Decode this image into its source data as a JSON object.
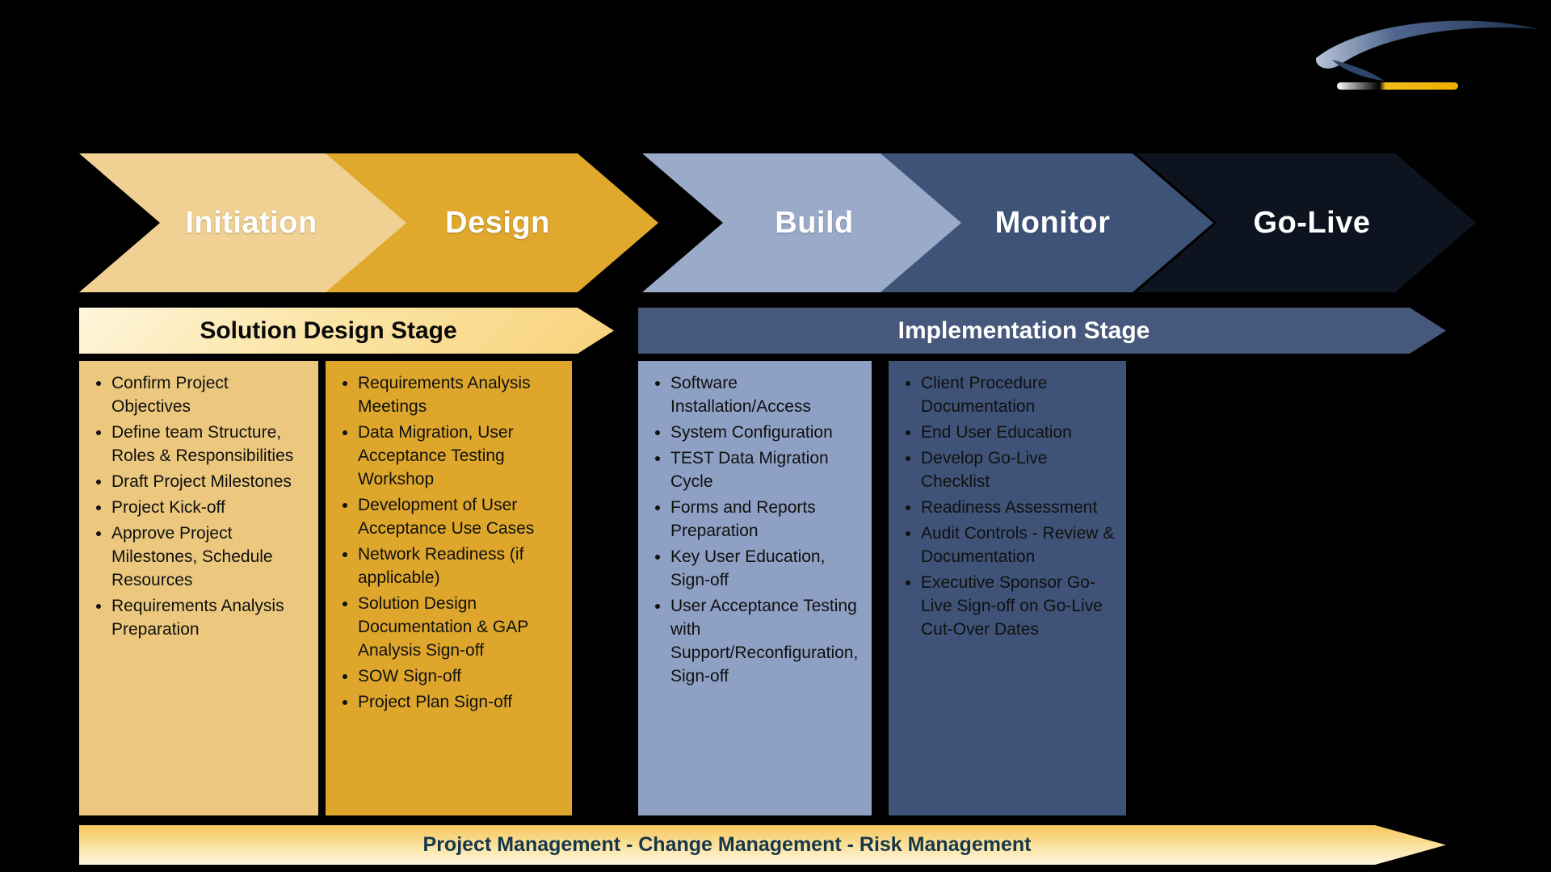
{
  "logo": {
    "name": "company-swoosh-logo",
    "swoosh_color_light": "#B9C4D9",
    "swoosh_color_dark": "#1E3050",
    "underline_start": "#FFFFFF",
    "underline_end": "#F0B429"
  },
  "phases": [
    {
      "label": "Initiation",
      "color": "#F0D193",
      "text_color": "#FFFFFF"
    },
    {
      "label": "Design",
      "color": "#E0A82D",
      "text_color": "#FFFFFF"
    },
    {
      "label": "Build",
      "color": "#9AAAC9",
      "text_color": "#FFFFFF"
    },
    {
      "label": "Monitor",
      "color": "#3D5378",
      "text_color": "#FFFFFF"
    },
    {
      "label": "Go-Live",
      "color": "#0D1420",
      "text_color": "#FFFFFF"
    }
  ],
  "stages": [
    {
      "label": "Solution Design Stage",
      "color_start": "#FEF6DC",
      "color_end": "#F8D27C",
      "text_color": "#0A0A0A"
    },
    {
      "label": "Implementation Stage",
      "color": "#46587B",
      "text_color": "#FFFFFF"
    }
  ],
  "columns": [
    {
      "phase": "Initiation",
      "bg": "#EBC87E",
      "items": [
        "Confirm Project Objectives",
        "Define team Structure, Roles & Responsibilities",
        "Draft Project Milestones",
        "Project Kick-off",
        "Approve Project Milestones, Schedule Resources",
        "Requirements Analysis Preparation"
      ]
    },
    {
      "phase": "Design",
      "bg": "#DEA72C",
      "items": [
        "Requirements Analysis Meetings",
        "Data Migration, User Acceptance Testing Workshop",
        "Development of User Acceptance Use Cases",
        "Network Readiness (if applicable)",
        "Solution Design Documentation & GAP Analysis Sign-off",
        "SOW Sign-off",
        "Project Plan Sign-off"
      ]
    },
    {
      "phase": "Build",
      "bg": "#8EA0C3",
      "items": [
        "Software Installation/Access",
        "System Configuration",
        "TEST Data Migration Cycle",
        "Forms and Reports Preparation",
        "Key User Education, Sign-off",
        "User Acceptance Testing with Support/Reconfiguration, Sign-off"
      ]
    },
    {
      "phase": "Monitor",
      "bg": "#3E5377",
      "items": [
        "Client Procedure Documentation",
        "End User Education",
        "Develop Go-Live Checklist",
        "Readiness Assessment",
        "Audit Controls - Review & Documentation",
        "Executive Sponsor Go-Live Sign-off on Go-Live Cut-Over Dates"
      ]
    }
  ],
  "footer_banner": {
    "label": "Project Management - Change Management - Risk Management",
    "text_color": "#16374B"
  }
}
